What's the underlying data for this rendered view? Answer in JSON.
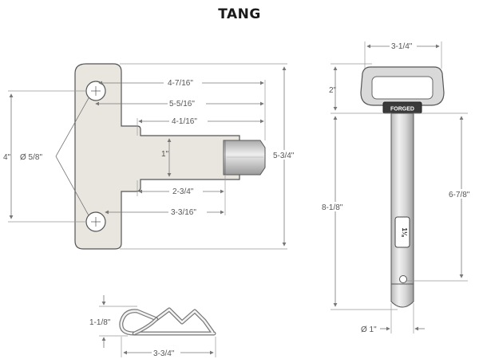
{
  "title": "TANG",
  "tang": {
    "hole_dia": "Ø 5/8\"",
    "height": "4\"",
    "d_4_7_16": "4-7/16\"",
    "d_5_5_16": "5-5/16\"",
    "d_4_1_16": "4-1/16\"",
    "d_1": "1\"",
    "d_2_3_4": "2-3/4\"",
    "d_3_3_16": "3-3/16\"",
    "total_height": "5-3/4\""
  },
  "clip": {
    "height": "1-1/8\"",
    "length": "3-3/4\""
  },
  "pin": {
    "handle_width": "3-1/4\"",
    "handle_height": "2\"",
    "total_length": "8-1/8\"",
    "usable_length": "6-7/8\"",
    "diameter": "Ø 1\"",
    "forged_label": "FORGED",
    "size_stamp": "1⅛"
  }
}
